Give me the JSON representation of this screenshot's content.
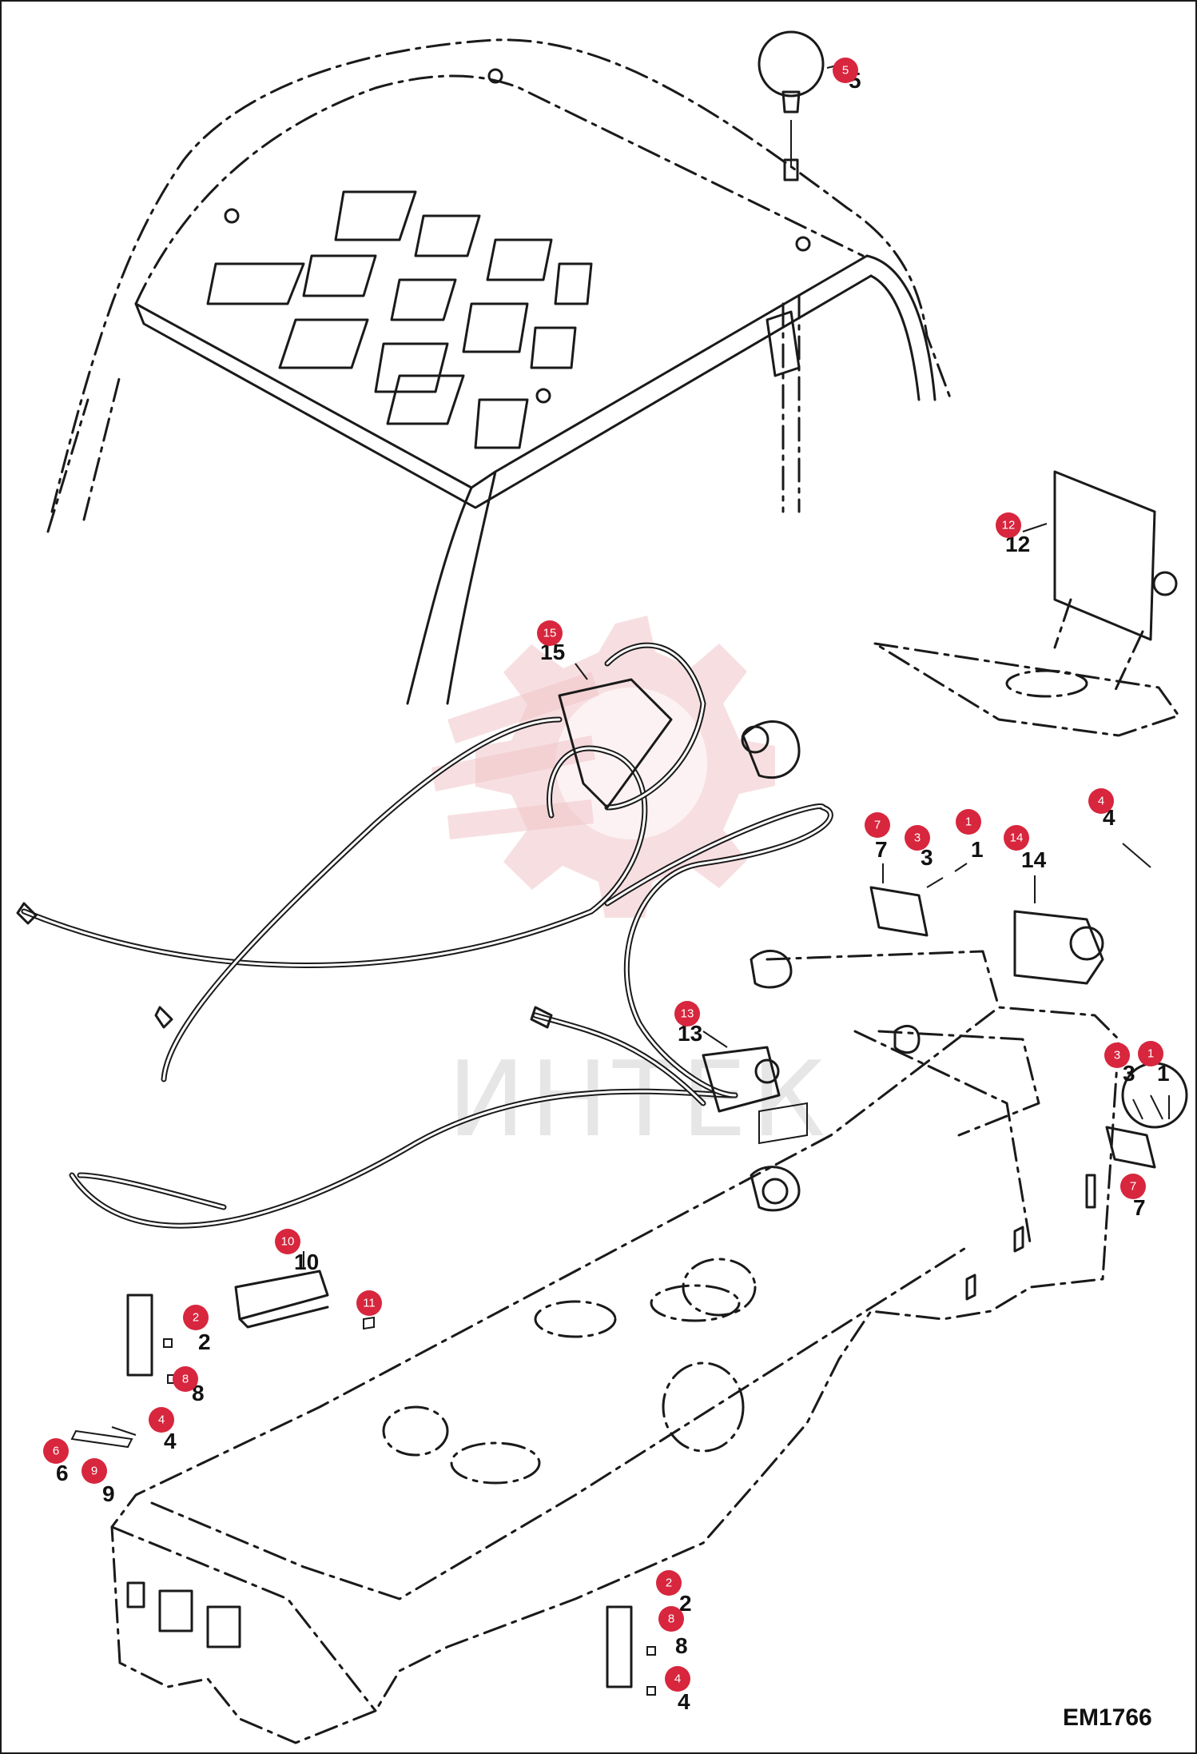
{
  "drawing_code": "EM1766",
  "watermark": "ИНТЕК",
  "callouts": [
    {
      "id": "c5",
      "label": "5"
    },
    {
      "id": "c12",
      "label": "12"
    },
    {
      "id": "c15",
      "label": "15"
    },
    {
      "id": "c7a",
      "label": "7"
    },
    {
      "id": "c3a",
      "label": "3"
    },
    {
      "id": "c1a",
      "label": "1"
    },
    {
      "id": "c14",
      "label": "14"
    },
    {
      "id": "c4a",
      "label": "4"
    },
    {
      "id": "c13",
      "label": "13"
    },
    {
      "id": "c3b",
      "label": "3"
    },
    {
      "id": "c1b",
      "label": "1"
    },
    {
      "id": "c7b",
      "label": "7"
    },
    {
      "id": "c10",
      "label": "10"
    },
    {
      "id": "c11",
      "label": "11"
    },
    {
      "id": "c2a",
      "label": "2"
    },
    {
      "id": "c8a",
      "label": "8"
    },
    {
      "id": "c4b",
      "label": "4"
    },
    {
      "id": "c6",
      "label": "6"
    },
    {
      "id": "c9",
      "label": "9"
    },
    {
      "id": "c2b",
      "label": "2"
    },
    {
      "id": "c8b",
      "label": "8"
    },
    {
      "id": "c4c",
      "label": "4"
    }
  ],
  "colors": {
    "marker": "#d7263d",
    "line": "#1a1a1a",
    "watermark": "#f1c4c8"
  }
}
